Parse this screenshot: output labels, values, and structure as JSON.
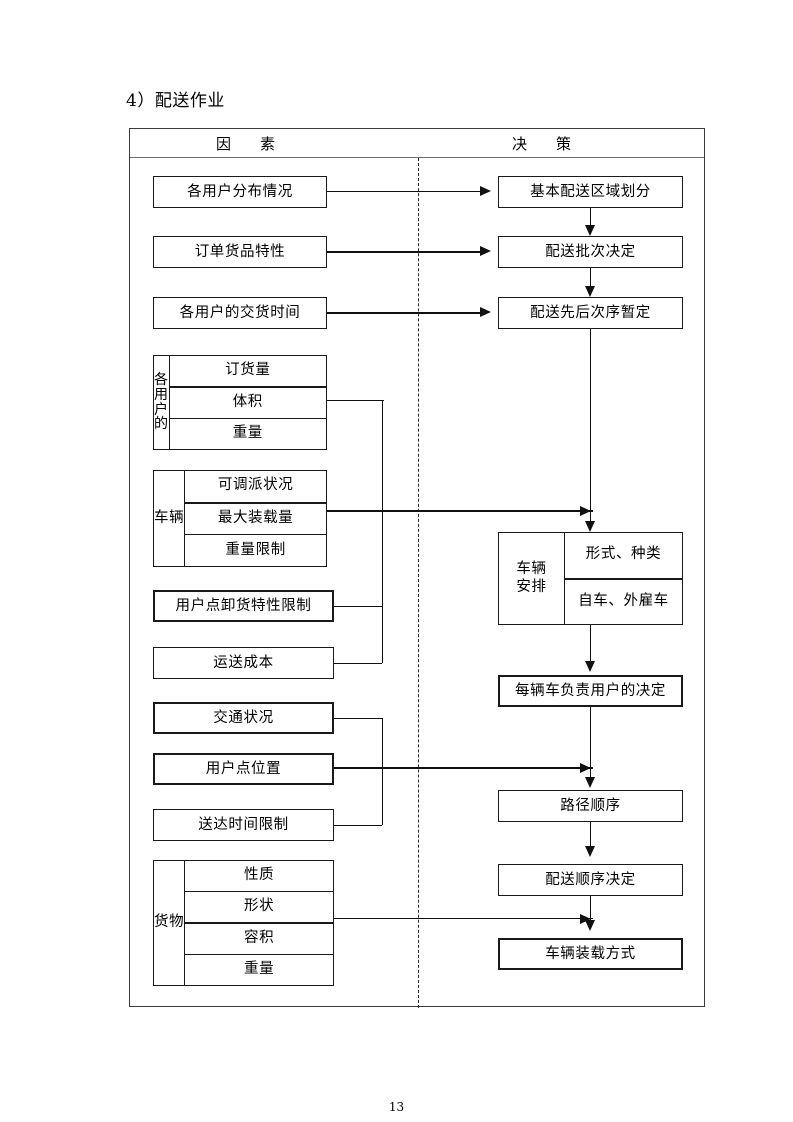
{
  "heading": "4）配送作业",
  "page_number": "13",
  "frame": {
    "header_left": "因　素",
    "header_right": "决　策"
  },
  "factors": {
    "simple_boxes": [
      {
        "label": "各用户分布情况"
      },
      {
        "label": "订单货品特性"
      },
      {
        "label": "各用户的交货时间"
      },
      {
        "label": "用户点卸货特性限制"
      },
      {
        "label": "运送成本"
      },
      {
        "label": "交通状况"
      },
      {
        "label": "用户点位置"
      },
      {
        "label": "送达时间限制"
      }
    ],
    "groups": [
      {
        "label": "各用户的",
        "label_chars": [
          "各",
          "用",
          "户",
          "的"
        ],
        "rows": [
          "订货量",
          "体积",
          "重量"
        ]
      },
      {
        "label": "车辆",
        "rows": [
          "可调派状况",
          "最大装载量",
          "重量限制"
        ]
      },
      {
        "label": "货物",
        "rows": [
          "性质",
          "形状",
          "容积",
          "重量"
        ]
      }
    ]
  },
  "decisions": {
    "boxes": [
      {
        "label": "基本配送区域划分"
      },
      {
        "label": "配送批次决定"
      },
      {
        "label": "配送先后次序暂定"
      },
      {
        "label": "每辆车负责用户的决定"
      },
      {
        "label": "路径顺序"
      },
      {
        "label": "配送顺序决定"
      },
      {
        "label": "车辆装载方式"
      }
    ],
    "group": {
      "label": "车辆安排",
      "label_line1": "车辆",
      "label_line2": "安排",
      "rows": [
        "形式、种类",
        "自车、外雇车"
      ]
    }
  },
  "colors": {
    "line": "#111111",
    "frame": "#3a3a3a",
    "divider": "#2a2a2a",
    "background": "#ffffff"
  }
}
